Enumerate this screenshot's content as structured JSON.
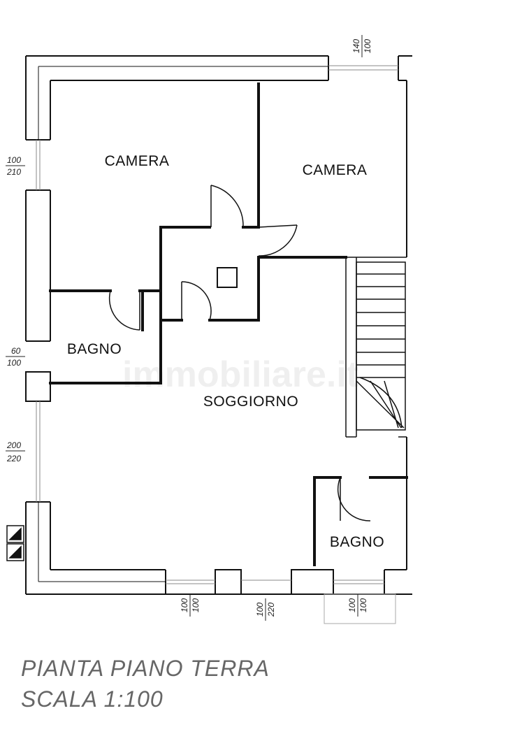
{
  "rooms": {
    "camera_left": "CAMERA",
    "camera_right": "CAMERA",
    "bagno_left": "BAGNO",
    "soggiorno": "SOGGIORNO",
    "bagno_right": "BAGNO"
  },
  "dimensions": {
    "top_window": {
      "top": "140",
      "bottom": "100"
    },
    "left_window_1": {
      "top": "100",
      "bottom": "210"
    },
    "left_window_2": {
      "top": "60",
      "bottom": "100"
    },
    "left_window_3": {
      "top": "200",
      "bottom": "220"
    },
    "bottom_window_1": {
      "top": "100",
      "bottom": "100"
    },
    "bottom_window_2": {
      "top": "100",
      "bottom": "220"
    },
    "bottom_window_3": {
      "top": "100",
      "bottom": "100"
    }
  },
  "watermark": "immobiliare.it",
  "title": {
    "line1": "PIANTA PIANO TERRA",
    "line2": "SCALA 1:100"
  },
  "colors": {
    "wall": "#111111",
    "caption": "#666666"
  }
}
